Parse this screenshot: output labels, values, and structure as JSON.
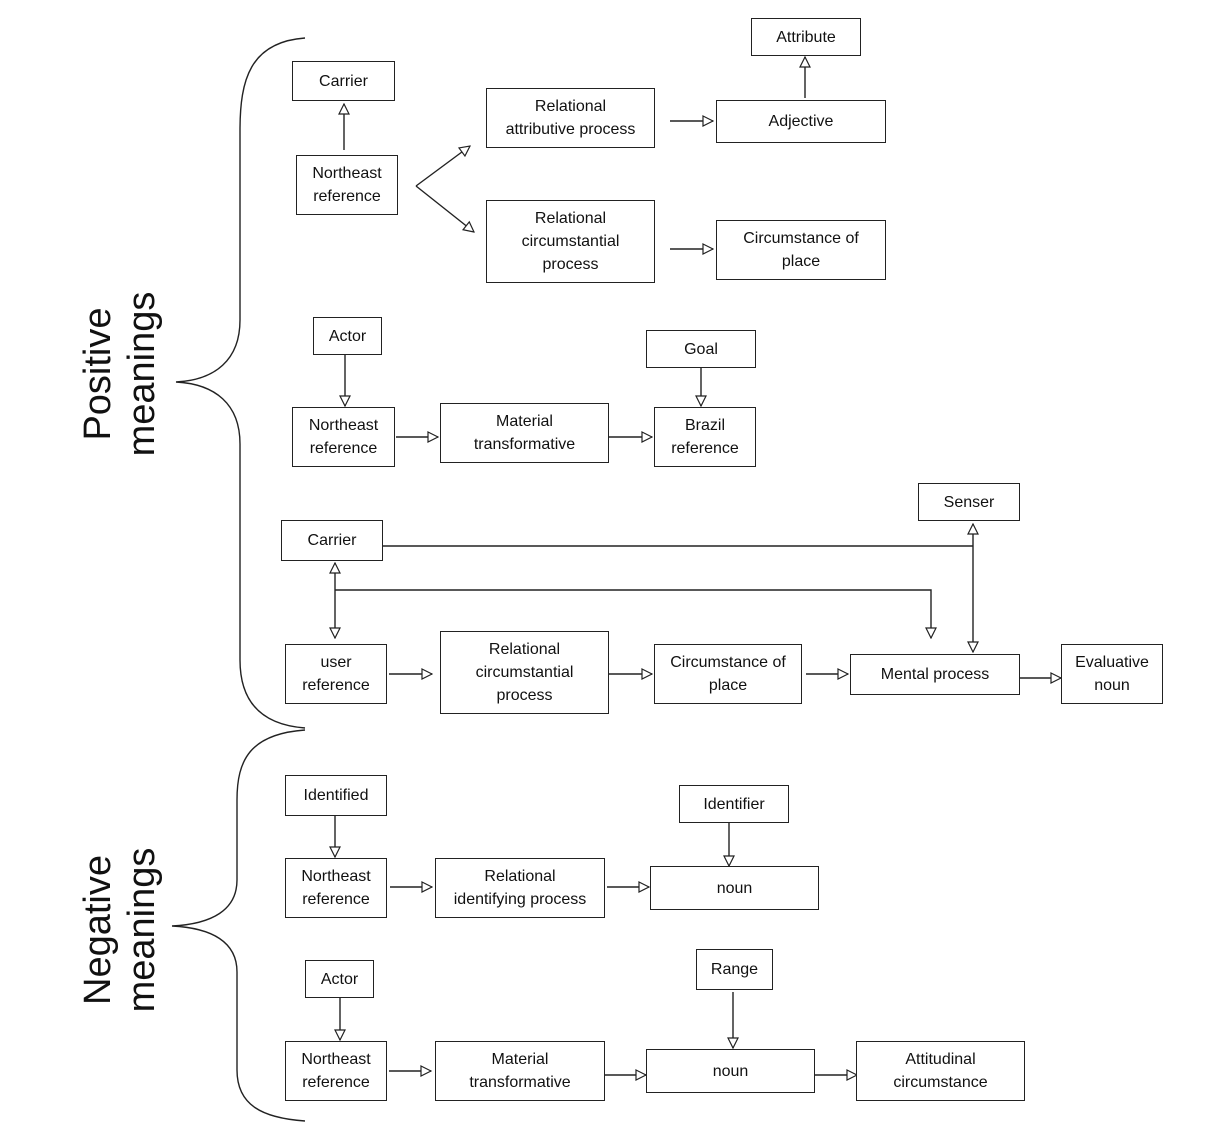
{
  "sections": {
    "positive": "Positive\nmeanings",
    "negative": "Negative\nmeanings"
  },
  "nodes": {
    "carrier1": "Carrier",
    "northeast1": "Northeast\nreference",
    "rel_attributive": "Relational\nattributive  process",
    "rel_circumstantial1": "Relational\ncircumstantial\nprocess",
    "attribute": "Attribute",
    "adjective": "Adjective",
    "circ_place1": "Circumstance of\nplace",
    "actor1": "Actor",
    "northeast2": "Northeast\nreference",
    "material1": "Material\ntransformative",
    "goal": "Goal",
    "brazil": "Brazil\nreference",
    "senser": "Senser",
    "carrier2": "Carrier",
    "user": "user\nreference",
    "rel_circumstantial2": "Relational\ncircumstantial\nprocess",
    "circ_place2": "Circumstance of\nplace",
    "mental": "Mental process",
    "evaluative": "Evaluative\nnoun",
    "identified": "Identified",
    "northeast3": "Northeast\nreference",
    "rel_identifying": "Relational\nidentifying  process",
    "identifier": "Identifier",
    "noun1": "noun",
    "actor2": "Actor",
    "northeast4": "Northeast\nreference",
    "material2": "Material\ntransformative",
    "range": "Range",
    "noun2": "noun",
    "attitudinal": "Attitudinal\ncircumstance"
  }
}
